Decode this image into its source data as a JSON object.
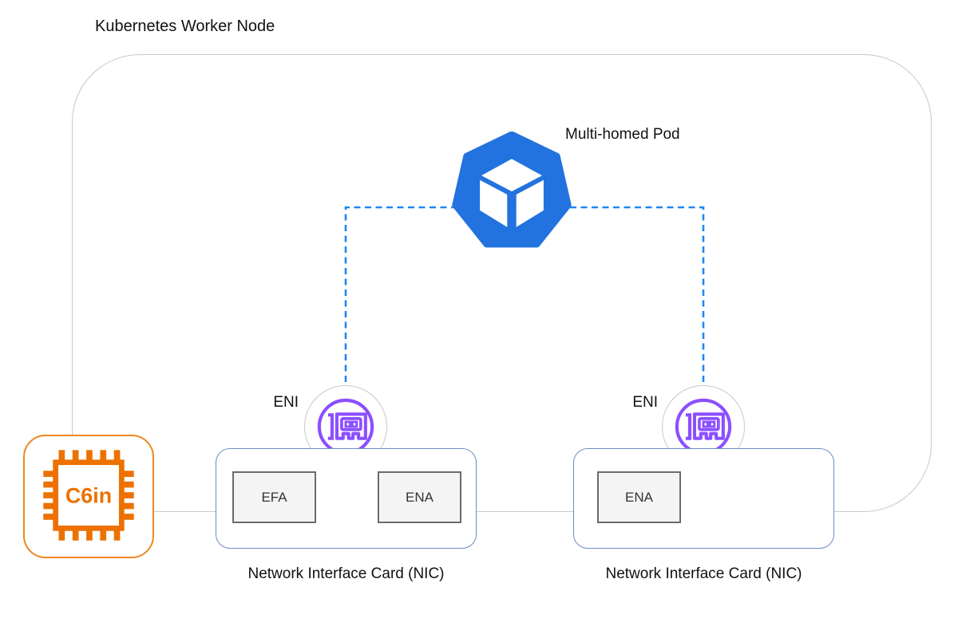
{
  "title": "Kubernetes Worker Node",
  "pod": {
    "label": "Multi-homed Pod",
    "color": "#2272DF"
  },
  "connections": {
    "style": "dashed",
    "color": "#1E88F0"
  },
  "enis": [
    {
      "label": "ENI"
    },
    {
      "label": "ENI"
    }
  ],
  "instance": {
    "label": "C6in",
    "color": "#ED7100"
  },
  "nics": [
    {
      "label": "Network Interface Card (NIC)",
      "adapters": [
        "EFA",
        "ENA"
      ]
    },
    {
      "label": "Network Interface Card (NIC)",
      "adapters": [
        "ENA"
      ]
    }
  ],
  "colors": {
    "container_border": "#C9C9C9",
    "eni_purple": "#8C4FFF",
    "nic_border": "#6C8EBF",
    "adapter_fill": "#F4F4F4",
    "adapter_border": "#666666",
    "pod_blue": "#2272DF",
    "dash_blue": "#1E88F0",
    "instance_orange": "#ED7100"
  }
}
